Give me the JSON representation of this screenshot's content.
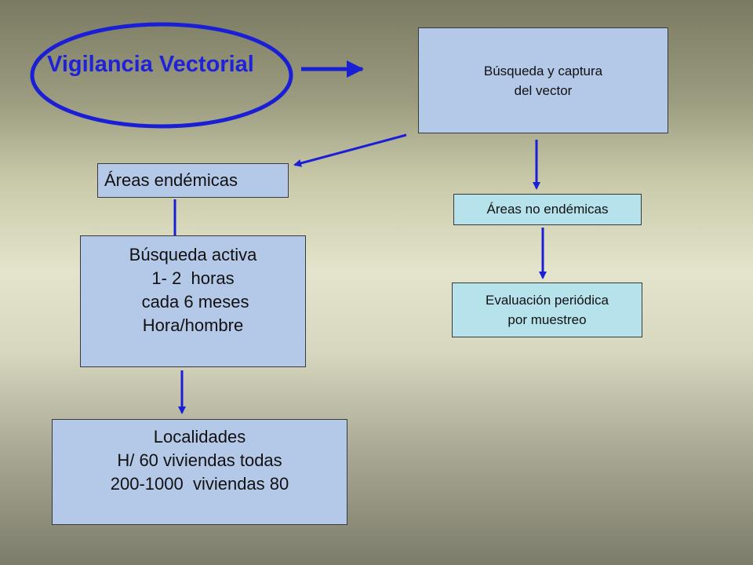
{
  "title": "Vigilancia Vectorial",
  "nodes": {
    "busqueda_captura": [
      "Búsqueda y captura",
      "del vector"
    ],
    "areas_endemicas": "Áreas endémicas",
    "areas_no_endemicas": "Áreas no endémicas",
    "evaluacion": [
      "Evaluación periódica",
      "por muestreo"
    ],
    "busqueda_activa": [
      "Búsqueda activa",
      "1- 2  horas",
      " cada 6 meses",
      "Hora/hombre"
    ],
    "localidades": [
      "Localidades",
      "H/ 60 viviendas todas",
      "200-1000  viviendas 80"
    ]
  },
  "colors": {
    "title": "#1f22d8",
    "connector": "#1a1fd6",
    "box_blue": "#b4c8e8",
    "box_cyan": "#b6e2ec"
  }
}
